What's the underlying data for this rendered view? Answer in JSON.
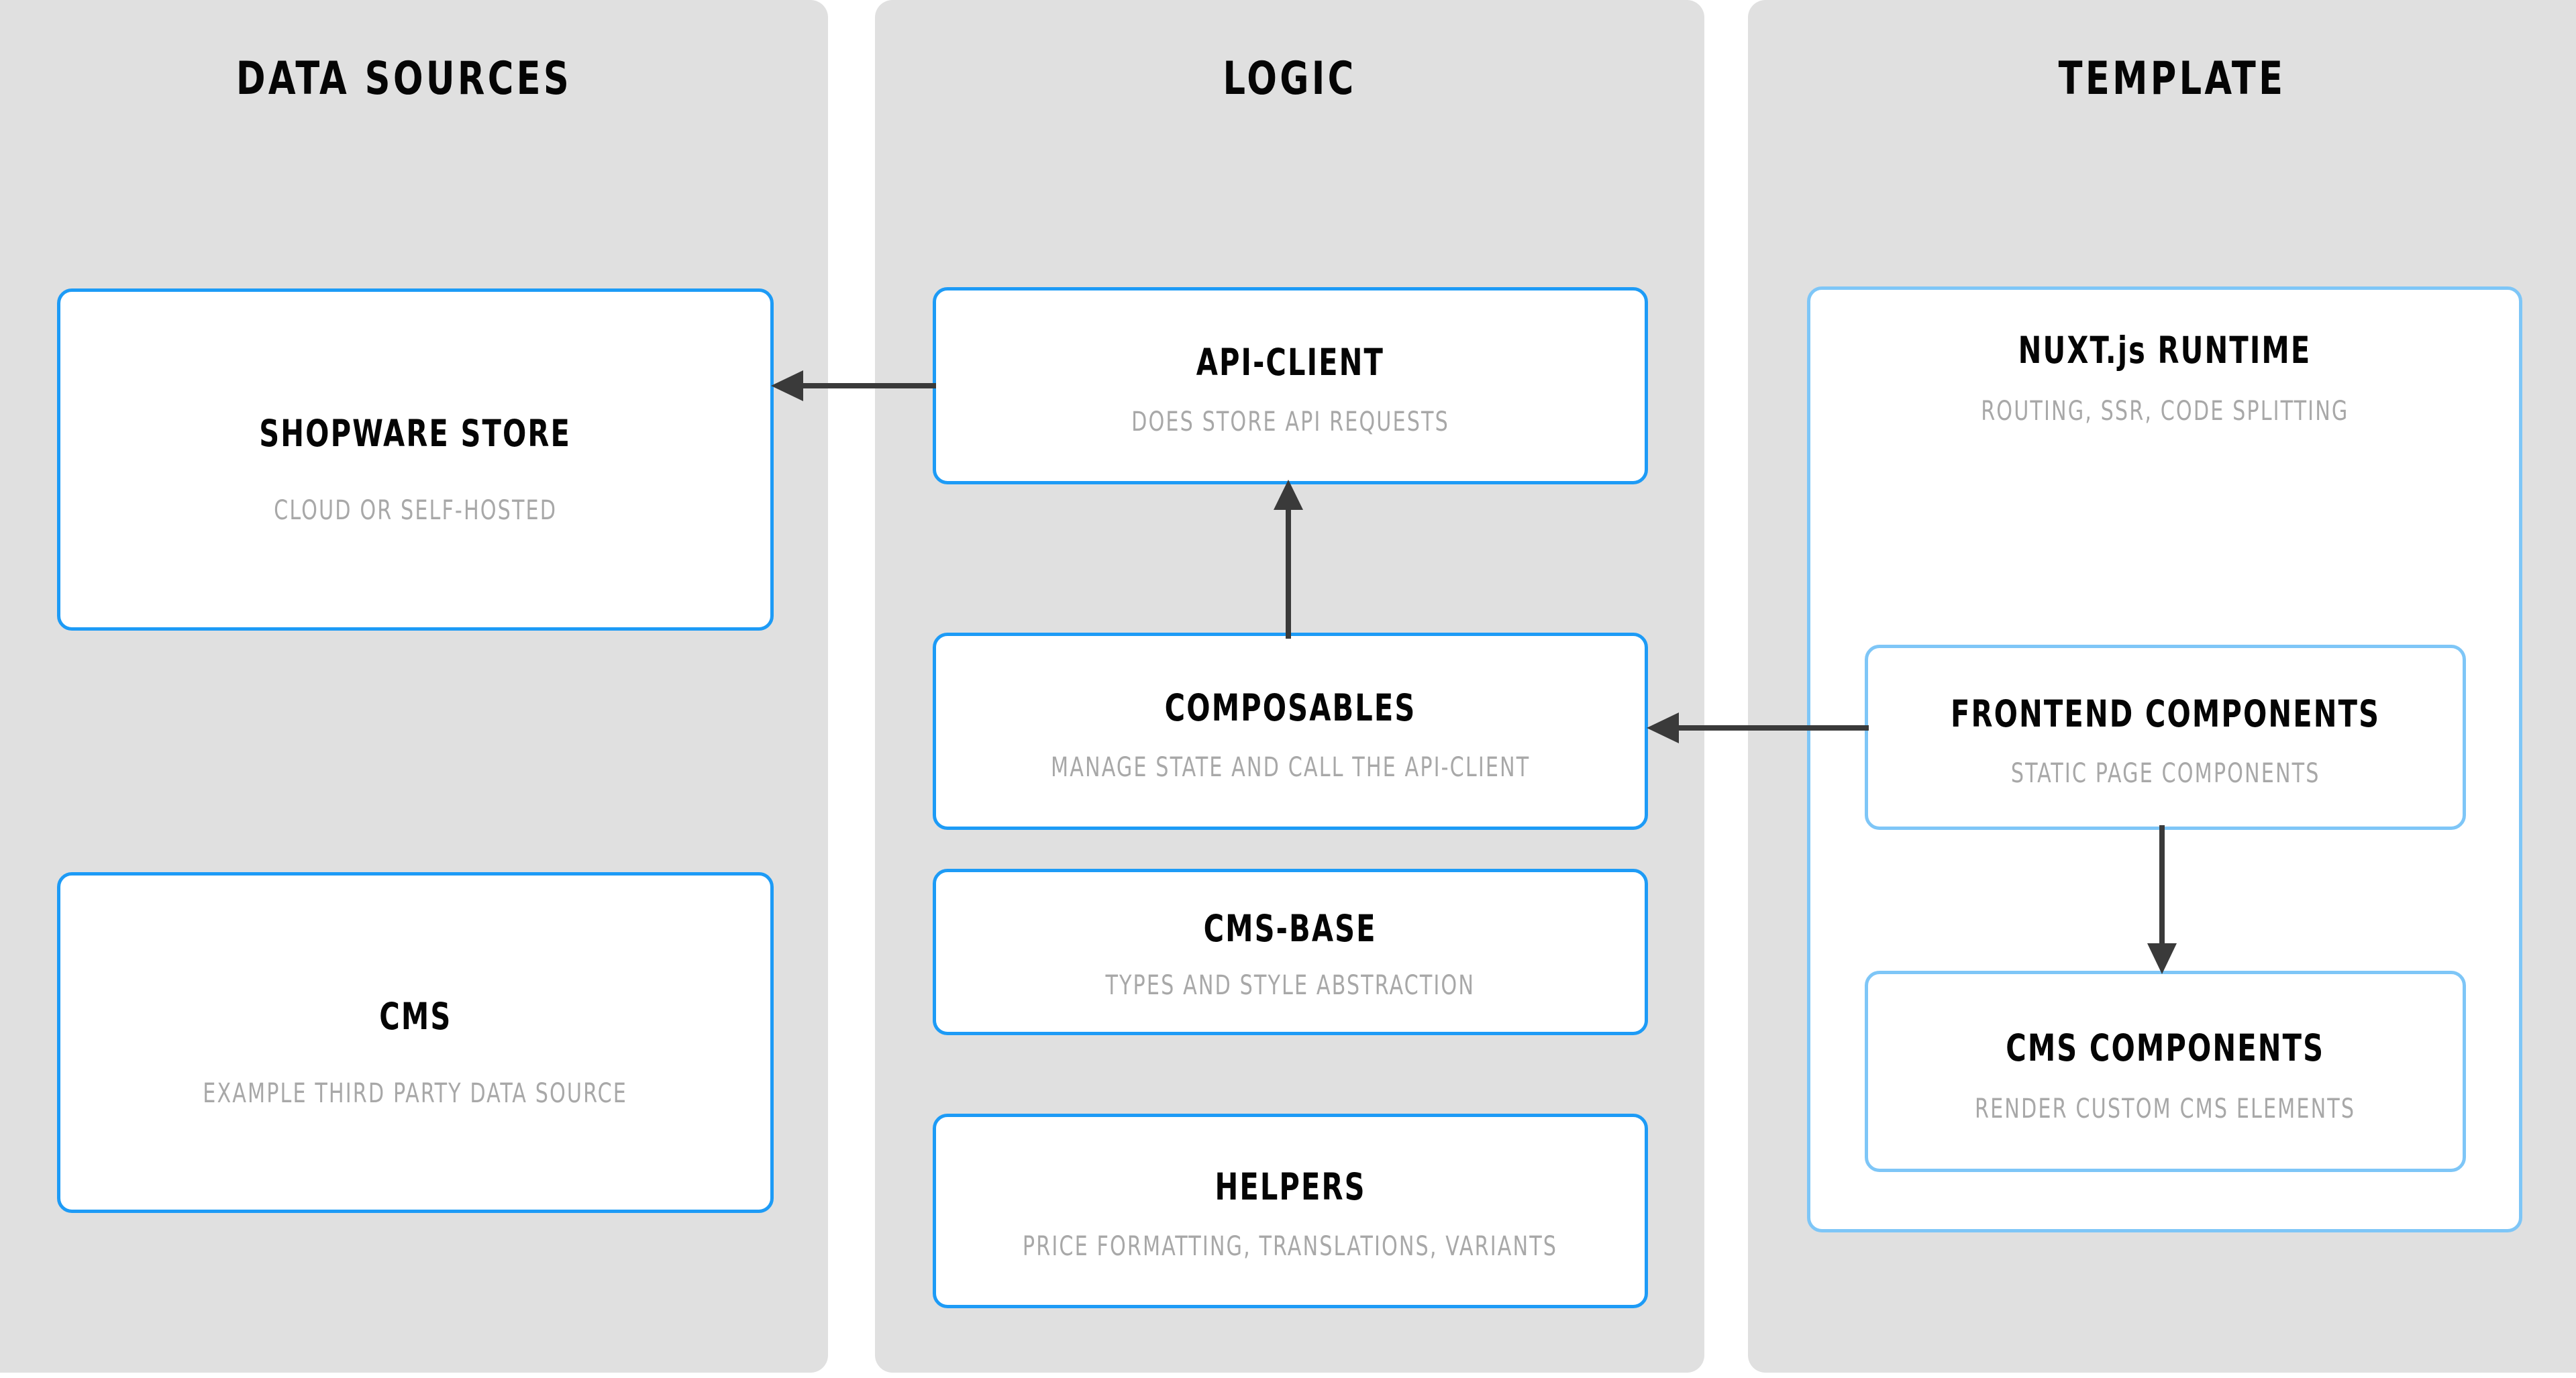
{
  "diagram": {
    "lanes": [
      {
        "id": "data-sources",
        "title": "DATA SOURCES",
        "nodes": [
          {
            "id": "shopware-store",
            "title": "SHOPWARE STORE",
            "subtitle": "CLOUD OR SELF-HOSTED"
          },
          {
            "id": "cms",
            "title": "CMS",
            "subtitle": "EXAMPLE THIRD PARTY DATA SOURCE"
          }
        ]
      },
      {
        "id": "logic",
        "title": "LOGIC",
        "nodes": [
          {
            "id": "api-client",
            "title": "API-CLIENT",
            "subtitle": "DOES STORE API REQUESTS"
          },
          {
            "id": "composables",
            "title": "COMPOSABLES",
            "subtitle": "MANAGE STATE AND CALL THE API-CLIENT"
          },
          {
            "id": "cms-base",
            "title": "CMS-BASE",
            "subtitle": "TYPES AND STYLE ABSTRACTION"
          },
          {
            "id": "helpers",
            "title": "HELPERS",
            "subtitle": "PRICE FORMATTING, TRANSLATIONS, VARIANTS"
          }
        ]
      },
      {
        "id": "template",
        "title": "TEMPLATE",
        "nodes": [
          {
            "id": "nuxt-runtime",
            "title": "NUXT.js RUNTIME",
            "subtitle": "ROUTING, SSR, CODE SPLITTING"
          },
          {
            "id": "frontend-components",
            "title": "FRONTEND COMPONENTS",
            "subtitle": "STATIC PAGE COMPONENTS"
          },
          {
            "id": "cms-components",
            "title": "CMS COMPONENTS",
            "subtitle": "RENDER CUSTOM CMS ELEMENTS"
          }
        ]
      }
    ],
    "edges": [
      {
        "id": "apiclient-to-shopware",
        "from": "api-client",
        "to": "shopware-store",
        "direction": "left"
      },
      {
        "id": "composables-to-apiclient",
        "from": "composables",
        "to": "api-client",
        "direction": "up"
      },
      {
        "id": "frontend-to-composables",
        "from": "frontend-components",
        "to": "composables",
        "direction": "left"
      },
      {
        "id": "frontend-to-cmscomponents",
        "from": "frontend-components",
        "to": "cms-components",
        "direction": "down"
      }
    ],
    "colors": {
      "lane_background": "#e0e0e0",
      "node_background": "#ffffff",
      "node_border": "#1d9bf6",
      "node_border_light": "#7ec6f7",
      "title_text": "#050505",
      "subtitle_text": "#a8a8a8",
      "arrow": "#3a3a3a",
      "page_background": "#ffffff"
    }
  }
}
